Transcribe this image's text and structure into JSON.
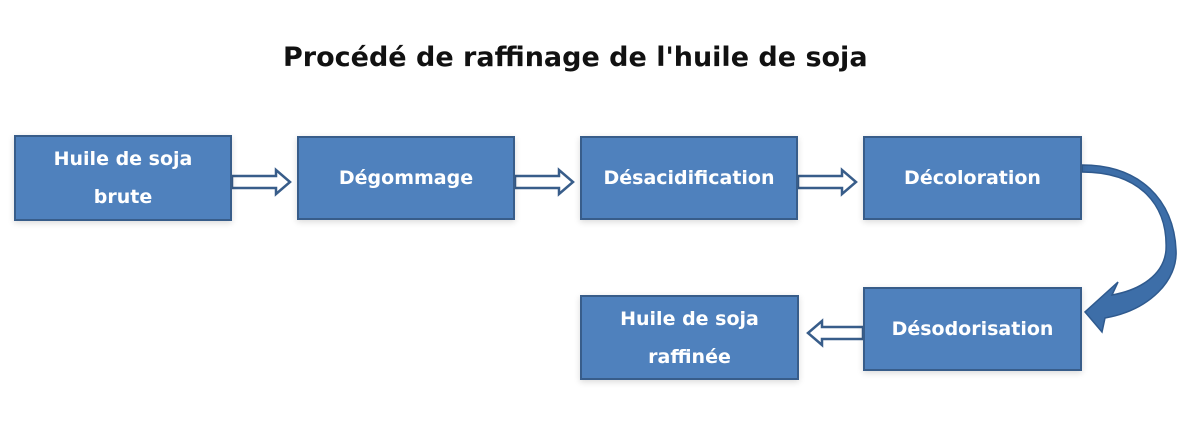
{
  "title": "Procédé de raffinage de l'huile de soja",
  "steps": [
    {
      "label": "Huile de soja brute"
    },
    {
      "label": "Dégommage"
    },
    {
      "label": "Désacidification"
    },
    {
      "label": "Décoloration"
    },
    {
      "label": "Désodorisation"
    },
    {
      "label": "Huile de soja raffinée"
    }
  ],
  "colors": {
    "box_fill": "#4f81bd",
    "box_border": "#385d8a",
    "curved_arrow": "#3a6aa3"
  }
}
